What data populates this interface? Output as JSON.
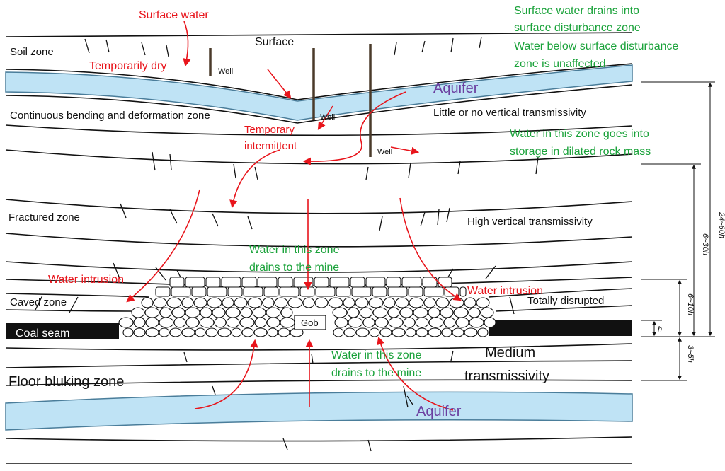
{
  "colors": {
    "aquifer_fill": "#bfe3f5",
    "aquifer_stroke": "#4a7d9a",
    "annotation_red": "#e8141b",
    "annotation_green": "#1aa23a",
    "aquifer_label": "#6b3fa0",
    "rock_line": "#111111",
    "coal": "#111111"
  },
  "icons": [
    "well-pipe",
    "flow-arrow",
    "dimension-arrow",
    "rubble-stone"
  ],
  "labels": {
    "surface": "Surface",
    "surface_water": "Surface water",
    "soil_zone": "Soil zone",
    "temporarily_dry": "Temporarily dry",
    "well": "Well",
    "aquifer": "Aquifer",
    "continuous_zone": "Continuous bending and deformation zone",
    "temporary": "Temporary",
    "intermittent": "intermittent",
    "fractured_zone": "Fractured zone",
    "water_intrusion": "Water intrusion",
    "caved_zone": "Caved zone",
    "coal_seam": "Coal seam",
    "gob": "Gob",
    "floor_zone": "Floor bluking zone",
    "little_vertical": "Little or no vertical transmissivity",
    "high_vertical": "High vertical transmissivity",
    "totally_disrupted": "Totally disrupted",
    "medium": "Medium",
    "transmissivity": "transmissivity",
    "drain_mine_1": "Water in this zone",
    "drain_mine_2": "drains to the mine",
    "note_surface_1": "Surface water drains into",
    "note_surface_2": "surface disturbance zone",
    "note_surface_3": "Water below surface disturbance",
    "note_surface_4": "zone is unaffected",
    "note_storage_1": "Water in this zone goes into",
    "note_storage_2": "storage in dilated rock mass"
  },
  "dimensions": {
    "d_total": "24~60h",
    "d_fractured": "6~30h",
    "d_caved": "6~10h",
    "d_seam": "h",
    "d_floor": "3~5h"
  }
}
